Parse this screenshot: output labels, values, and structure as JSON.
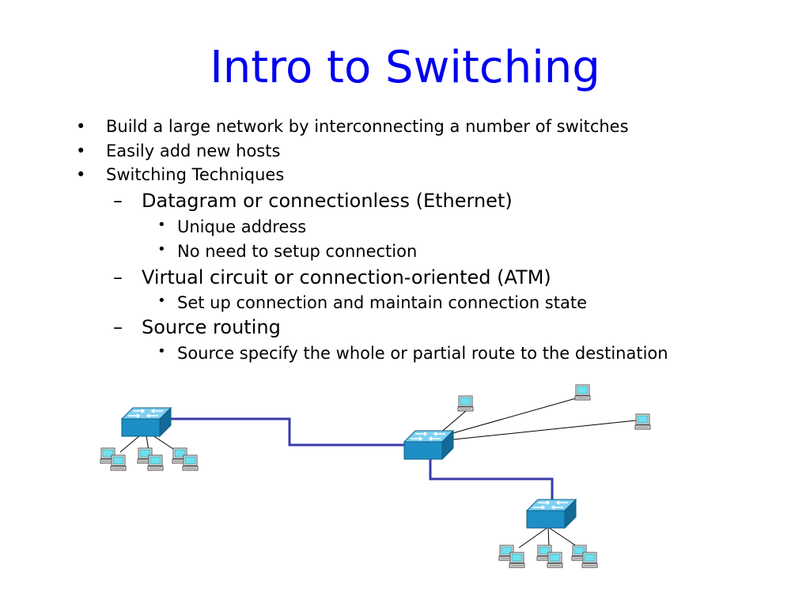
{
  "slide": {
    "title": "Intro to Switching",
    "title_color": "#0000ee"
  },
  "bullets": {
    "b1": "Build a large network by interconnecting a number of switches",
    "b2": "Easily add new hosts",
    "b3": "Switching Techniques",
    "d1": "Datagram or connectionless (Ethernet)",
    "d1a": "Unique address",
    "d1b": "No need to setup connection",
    "d2": "Virtual circuit or connection-oriented (ATM)",
    "d2a": "Set up connection and maintain connection state",
    "d3": "Source routing",
    "d3a": "Source specify the whole or partial route to the destination"
  },
  "markers": {
    "level1": "•",
    "level2": "–",
    "level3": "•"
  },
  "diagram": {
    "trunk_color": "#3a3aaa",
    "switch_color": "#1d8fc6",
    "screen_color": "#6fe0ee",
    "switches": [
      "switch",
      "switch",
      "switch"
    ],
    "hosts": [
      "workstation",
      "workstation",
      "workstation"
    ]
  }
}
